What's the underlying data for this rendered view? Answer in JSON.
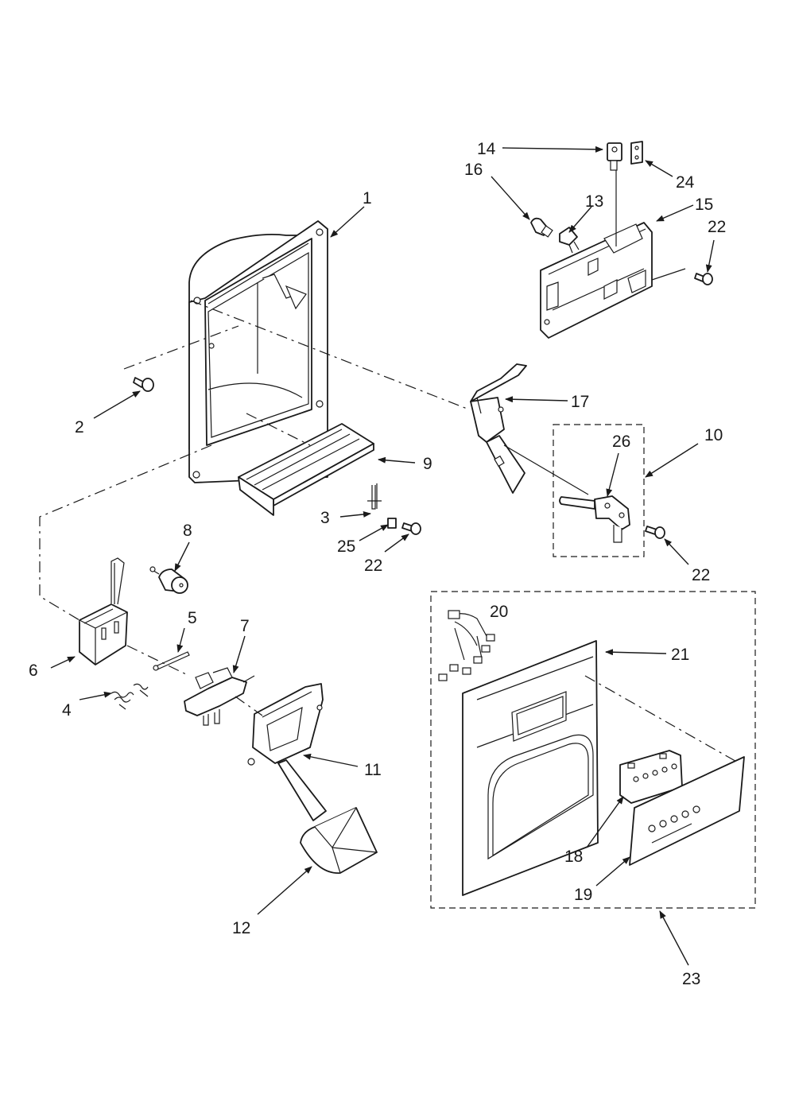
{
  "callouts": {
    "c1": "1",
    "c2": "2",
    "c3": "3",
    "c4": "4",
    "c5": "5",
    "c6": "6",
    "c7": "7",
    "c8": "8",
    "c9": "9",
    "c10": "10",
    "c11": "11",
    "c12": "12",
    "c13": "13",
    "c14": "14",
    "c15": "15",
    "c16": "16",
    "c17": "17",
    "c18": "18",
    "c19": "19",
    "c20": "20",
    "c21": "21",
    "c22a": "22",
    "c22b": "22",
    "c22c": "22",
    "c23": "23",
    "c24": "24",
    "c25": "25",
    "c26": "26"
  },
  "colors": {
    "line": "#1a1a1a",
    "background": "#ffffff"
  }
}
